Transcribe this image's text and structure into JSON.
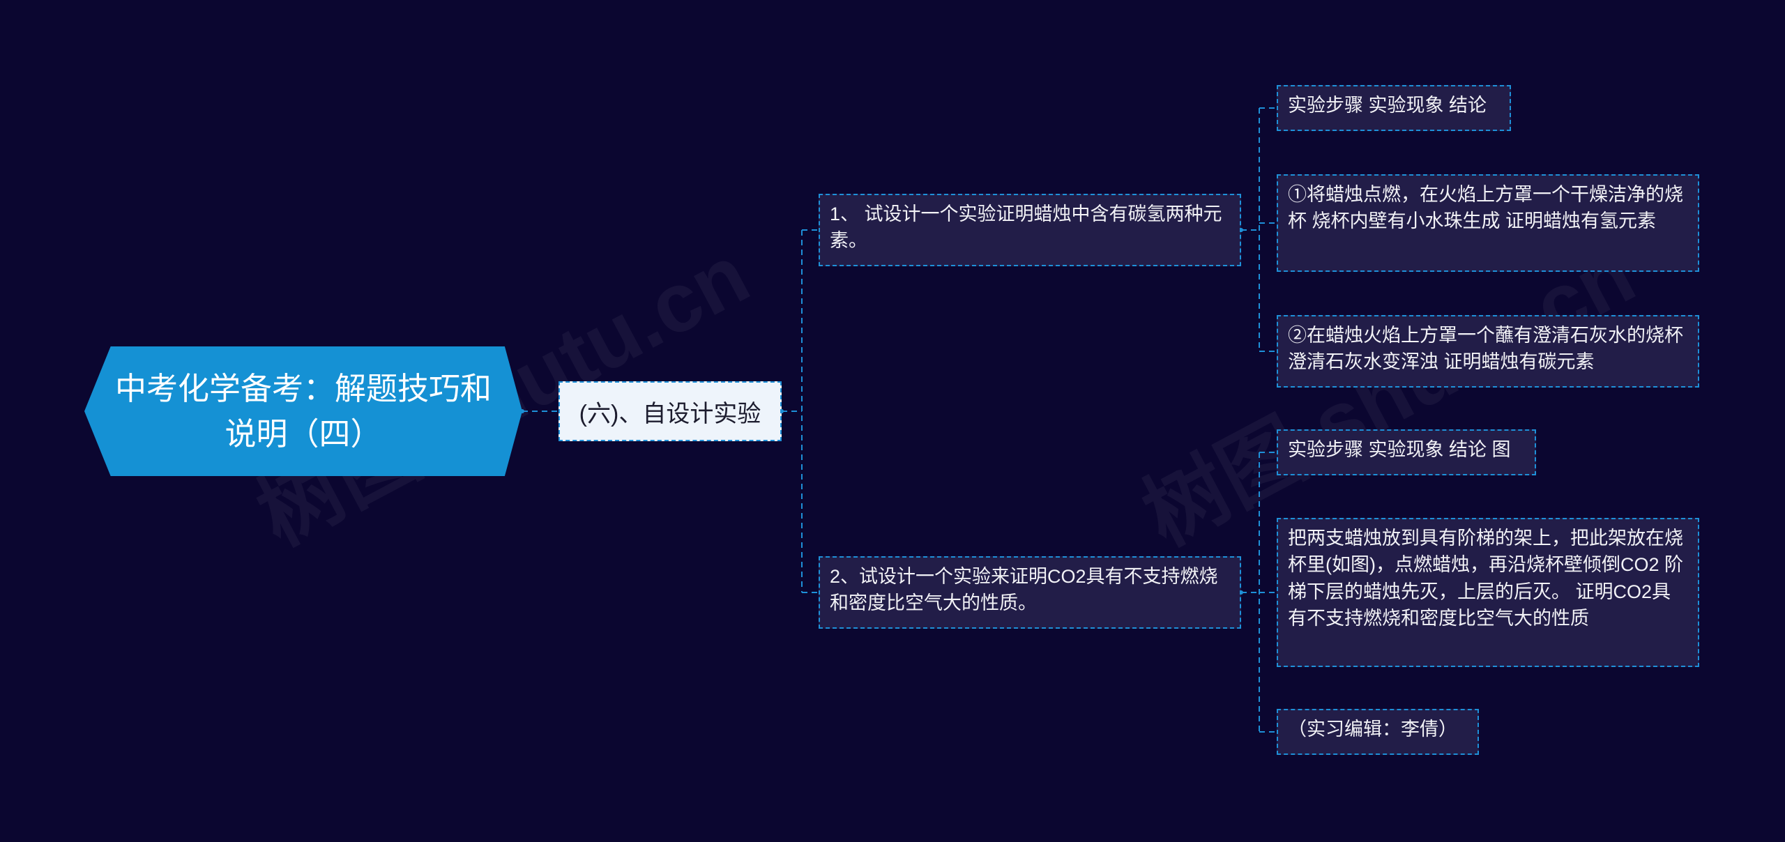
{
  "mindmap": {
    "root": "中考化学备考：解题技巧和说明（四）",
    "level1": "(六)、自设计实验",
    "branch1": {
      "title": "1、 试设计一个实验证明蜡烛中含有碳氢两种元素。",
      "children": [
        "实验步骤 实验现象 结论",
        "①将蜡烛点燃，在火焰上方罩一个干燥洁净的烧杯 烧杯内壁有小水珠生成 证明蜡烛有氢元素",
        "②在蜡烛火焰上方罩一个蘸有澄清石灰水的烧杯 澄清石灰水变浑浊 证明蜡烛有碳元素"
      ]
    },
    "branch2": {
      "title": "2、试设计一个实验来证明CO2具有不支持燃烧和密度比空气大的性质。",
      "children": [
        "实验步骤 实验现象 结论 图",
        "把两支蜡烛放到具有阶梯的架上，把此架放在烧杯里(如图)，点燃蜡烛，再沿烧杯壁倾倒CO2 阶梯下层的蜡烛先灭，上层的后灭。 证明CO2具有不支持燃烧和密度比空气大的性质",
        "（实习编辑：李倩）"
      ]
    }
  },
  "watermark": "树图 shutu.cn",
  "colors": {
    "background": "#0b0630",
    "root_fill": "#1591d4",
    "node_fill": "#221d48",
    "connector": "#1e90d8"
  }
}
